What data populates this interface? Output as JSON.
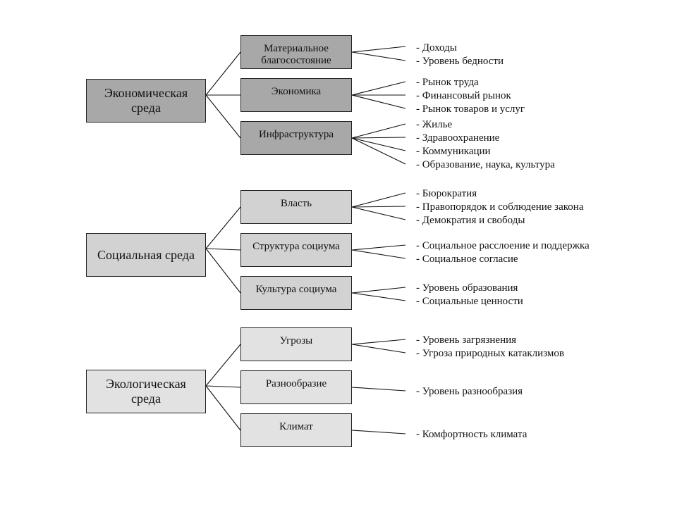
{
  "groups": [
    {
      "title": "Экономическая среда",
      "subs": [
        {
          "label": "Материальное благосостояние",
          "items": [
            "- Доходы",
            "- Уровень бедности"
          ]
        },
        {
          "label": "Экономика",
          "items": [
            "- Рынок труда",
            "- Финансовый рынок",
            "- Рынок товаров и услуг"
          ]
        },
        {
          "label": "Инфраструктура",
          "items": [
            "- Жилье",
            "- Здравоохранение",
            "- Коммуникации",
            "- Образование, наука, культура"
          ]
        }
      ]
    },
    {
      "title": "Социальная среда",
      "subs": [
        {
          "label": "Власть",
          "items": [
            "- Бюрократия",
            "- Правопорядок и соблюдение закона",
            "- Демократия и свободы"
          ]
        },
        {
          "label": "Структура социума",
          "items": [
            "- Социальное расслоение и поддержка",
            "- Социальное согласие"
          ]
        },
        {
          "label": "Культура социума",
          "items": [
            "- Уровень образования",
            "- Социальные ценности"
          ]
        }
      ]
    },
    {
      "title": "Экологическая среда",
      "subs": [
        {
          "label": "Угрозы",
          "items": [
            "- Уровень загрязнения",
            "- Угроза природных катаклизмов"
          ]
        },
        {
          "label": "Разнообразие",
          "items": [
            "- Уровень разнообразия"
          ]
        },
        {
          "label": "Климат",
          "items": [
            "- Комфортность климата"
          ]
        }
      ]
    }
  ],
  "colors": {
    "group1_fill": "#a8a8a8",
    "sub_fill_dark": "#a8a8a8",
    "group_fill_light": "#e2e2e2",
    "line": "#111111"
  }
}
